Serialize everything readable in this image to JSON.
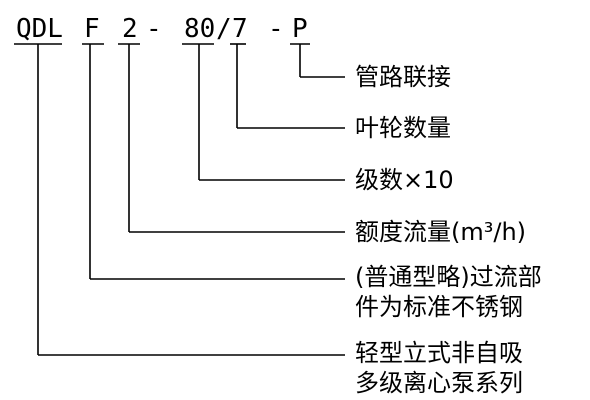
{
  "model_code": {
    "series": "QDL",
    "material": "F",
    "flow": "2",
    "dash1": "-",
    "stages_x10": "80",
    "slash": "/",
    "impellers": "7",
    "dash2": "-",
    "connection": "P"
  },
  "labels": {
    "connection": "管路联接",
    "impellers": "叶轮数量",
    "stages": "级数×10",
    "flow": "额度流量(m³/h)",
    "material_line1": "(普通型略)过流部",
    "material_line2": "件为标准不锈钢",
    "series_line1": "轻型立式非自吸",
    "series_line2": "多级离心泵系列"
  }
}
